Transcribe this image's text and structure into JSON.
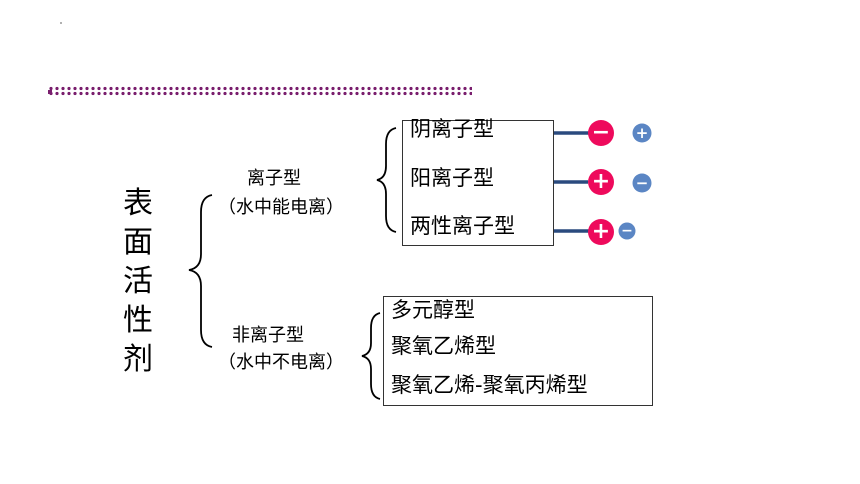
{
  "title": "表面活性剂",
  "ionic": {
    "label": "离子型",
    "note": "（水中能电离）",
    "items": [
      "阴离子型",
      "阳离子型",
      "两性离子型"
    ]
  },
  "nonionic": {
    "label": "非离子型",
    "note": "（水中不电离）",
    "items": [
      "多元醇型",
      "聚氧乙烯型",
      "聚氧乙烯-聚氧丙烯型"
    ]
  },
  "symbols": {
    "minus": "−",
    "plus": "+"
  },
  "colors": {
    "head_pink": "#ee0a5c",
    "small_ion_blue": "#5b86c4",
    "tail_navy": "#2a4a7e",
    "dots_purple": "#7a1f6e"
  }
}
